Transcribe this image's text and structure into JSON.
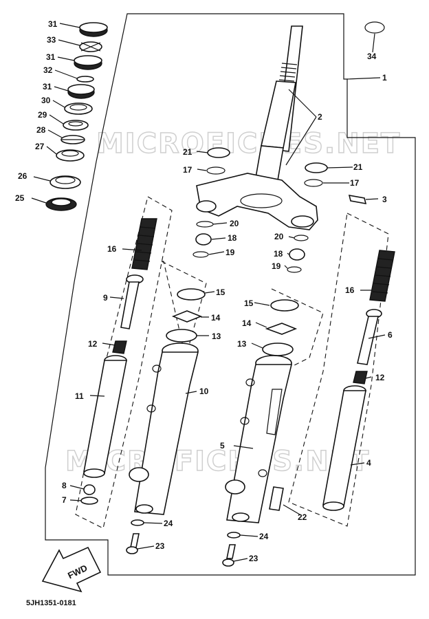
{
  "diagram": {
    "drawing_code": "5JH1351-0181",
    "fwd_label": "FWD",
    "watermark": "MICROFICHES.NET",
    "callouts": [
      {
        "id": "c31a",
        "text": "31"
      },
      {
        "id": "c33",
        "text": "33"
      },
      {
        "id": "c31b",
        "text": "31"
      },
      {
        "id": "c32",
        "text": "32"
      },
      {
        "id": "c31c",
        "text": "31"
      },
      {
        "id": "c30",
        "text": "30"
      },
      {
        "id": "c29",
        "text": "29"
      },
      {
        "id": "c28",
        "text": "28"
      },
      {
        "id": "c27",
        "text": "27"
      },
      {
        "id": "c26",
        "text": "26"
      },
      {
        "id": "c25",
        "text": "25"
      },
      {
        "id": "c34",
        "text": "34"
      },
      {
        "id": "c1",
        "text": "1"
      },
      {
        "id": "c2",
        "text": "2"
      },
      {
        "id": "c21a",
        "text": "21"
      },
      {
        "id": "c21b",
        "text": "21"
      },
      {
        "id": "c17a",
        "text": "17"
      },
      {
        "id": "c17b",
        "text": "17"
      },
      {
        "id": "c3",
        "text": "3"
      },
      {
        "id": "c20a",
        "text": "20"
      },
      {
        "id": "c20b",
        "text": "20"
      },
      {
        "id": "c18a",
        "text": "18"
      },
      {
        "id": "c18b",
        "text": "18"
      },
      {
        "id": "c19a",
        "text": "19"
      },
      {
        "id": "c19b",
        "text": "19"
      },
      {
        "id": "c16a",
        "text": "16"
      },
      {
        "id": "c16b",
        "text": "16"
      },
      {
        "id": "c9",
        "text": "9"
      },
      {
        "id": "c15a",
        "text": "15"
      },
      {
        "id": "c15b",
        "text": "15"
      },
      {
        "id": "c14a",
        "text": "14"
      },
      {
        "id": "c14b",
        "text": "14"
      },
      {
        "id": "c13a",
        "text": "13"
      },
      {
        "id": "c13b",
        "text": "13"
      },
      {
        "id": "c6",
        "text": "6"
      },
      {
        "id": "c12a",
        "text": "12"
      },
      {
        "id": "c12b",
        "text": "12"
      },
      {
        "id": "c10",
        "text": "10"
      },
      {
        "id": "c11",
        "text": "11"
      },
      {
        "id": "c5",
        "text": "5"
      },
      {
        "id": "c4",
        "text": "4"
      },
      {
        "id": "c8",
        "text": "8"
      },
      {
        "id": "c7",
        "text": "7"
      },
      {
        "id": "c22",
        "text": "22"
      },
      {
        "id": "c24a",
        "text": "24"
      },
      {
        "id": "c24b",
        "text": "24"
      },
      {
        "id": "c23a",
        "text": "23"
      },
      {
        "id": "c23b",
        "text": "23"
      }
    ]
  }
}
